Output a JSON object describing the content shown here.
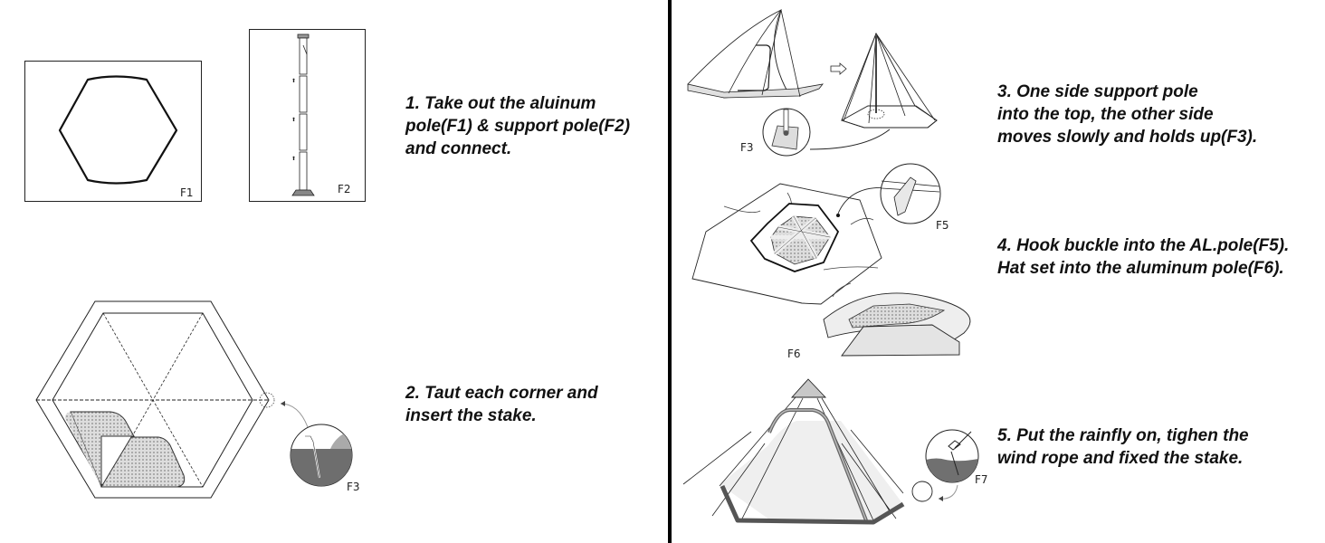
{
  "steps": [
    {
      "number": "1",
      "text": "1. Take out the aluinum\npole(F1) & support pole(F2)\nand connect."
    },
    {
      "number": "2",
      "text": "2. Taut each corner and\ninsert the stake."
    },
    {
      "number": "3",
      "text": "3. One side support pole\ninto the top, the other side\nmoves slowly and holds up(F3)."
    },
    {
      "number": "4",
      "text": "4. Hook buckle into the AL.pole(F5).\nHat set into the aluminum pole(F6)."
    },
    {
      "number": "5",
      "text": "5. Put the rainfly on, tighen the\nwind rope and fixed the stake."
    }
  ],
  "figures": {
    "f1": "F1",
    "f2": "F2",
    "f3_left": "F3",
    "f3_right": "F3",
    "f5": "F5",
    "f6": "F6",
    "f7": "F7"
  },
  "colors": {
    "line": "#1a1a1a",
    "fill_light": "#e6e6e6",
    "fill_mid": "#bdbdbd",
    "ground": "#6e6e6e",
    "divider": "#000000"
  }
}
